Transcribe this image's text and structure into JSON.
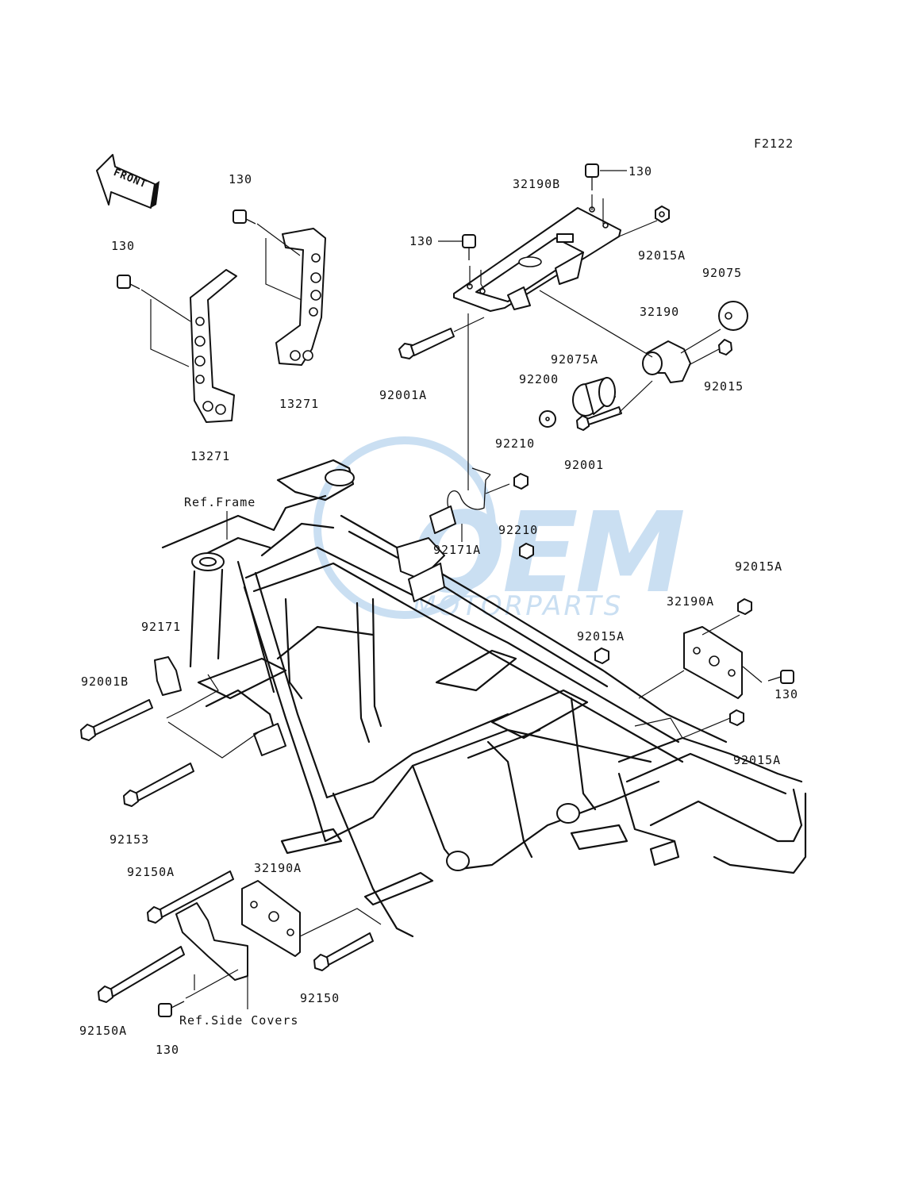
{
  "figure_code": "F2122",
  "front_arrow_label": "FRONT",
  "watermark": {
    "brand": "OEM",
    "sub": "MOTORPARTS",
    "color": "#9fc5e8"
  },
  "reference_labels": {
    "frame": "Ref.Frame",
    "side_covers": "Ref.Side Covers"
  },
  "part_labels": {
    "p130_top_right": "130",
    "p32190B": "32190B",
    "p130_mid": "130",
    "p92015A_top": "92015A",
    "p92075": "92075",
    "p32190": "32190",
    "p92015": "92015",
    "p92075A": "92075A",
    "p92200": "92200",
    "p92001A": "92001A",
    "p92001": "92001",
    "p92210_top": "92210",
    "p92171A": "92171A",
    "p92210_mid": "92210",
    "p130_guard_a": "130",
    "p130_guard_b": "130",
    "p13271_a": "13271",
    "p13271_b": "13271",
    "p92015A_r1": "92015A",
    "p32190A_right": "32190A",
    "p92015A_r2": "92015A",
    "p130_right": "130",
    "p92015A_r3": "92015A",
    "p92171": "92171",
    "p92001B": "92001B",
    "p92153": "92153",
    "p92150A_a": "92150A",
    "p32190A_left": "32190A",
    "p92150": "92150",
    "p92150A_b": "92150A",
    "p130_bottom": "130"
  }
}
